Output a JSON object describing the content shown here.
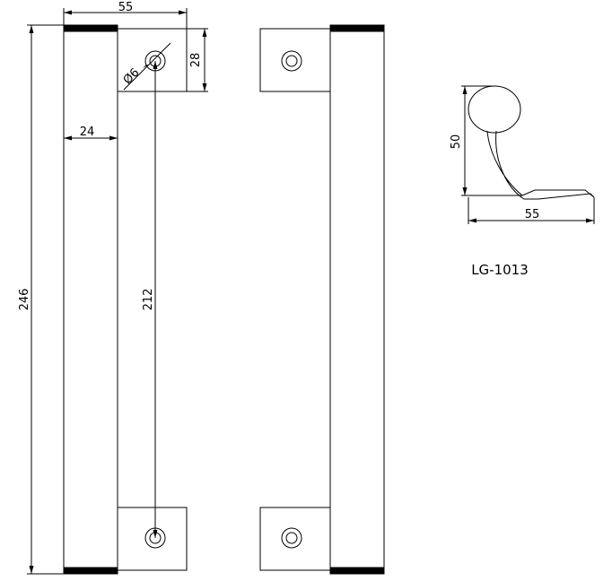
{
  "dimensions": {
    "overall_width": "55",
    "mount_height": "28",
    "hole_diameter": "Ø6",
    "bar_width": "24",
    "overall_length": "246",
    "hole_spacing": "212",
    "profile_height": "50",
    "profile_depth": "55"
  },
  "model_code": "LG-1013",
  "colors": {
    "line": "#000000",
    "background": "#ffffff"
  }
}
